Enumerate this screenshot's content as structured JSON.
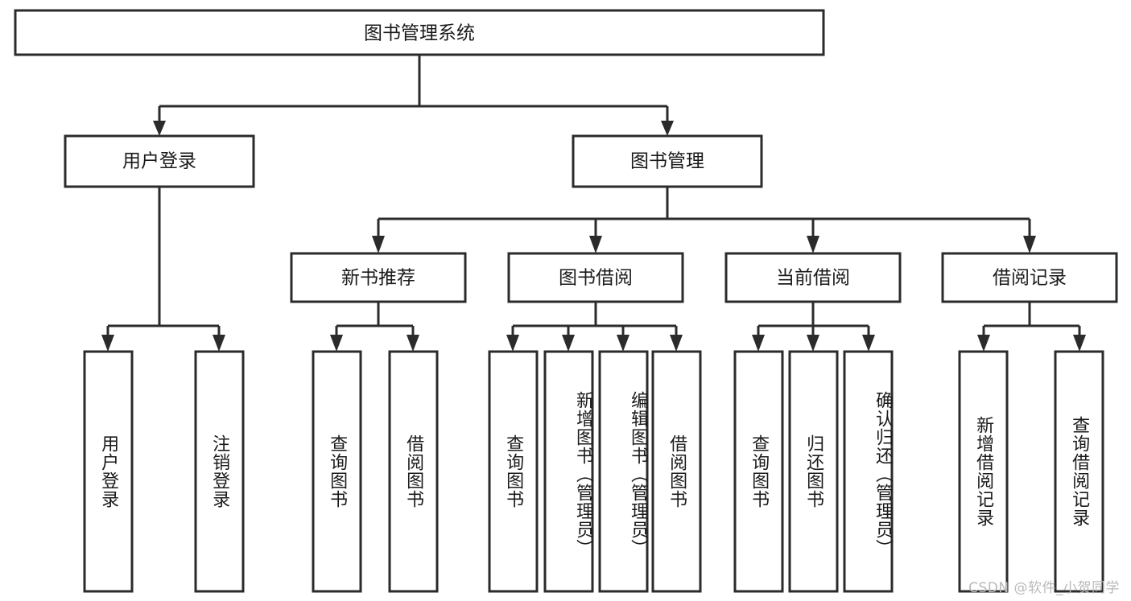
{
  "diagram": {
    "type": "tree",
    "title": "图书管理系统",
    "watermark": "CSDN @软件_小贺同学",
    "colors": {
      "box_stroke": "#2b2b2b",
      "box_fill": "#ffffff",
      "text": "#1a1a1a",
      "connector": "#2b2b2b",
      "watermark": "#b9b9b9",
      "background": "#ffffff"
    },
    "levels": {
      "root": "图书管理系统",
      "level2": [
        "用户登录",
        "图书管理"
      ],
      "level3": [
        "新书推荐",
        "图书借阅",
        "当前借阅",
        "借阅记录"
      ]
    },
    "nodes": {
      "root": {
        "label": "图书管理系统",
        "orientation": "horizontal"
      },
      "user_login": {
        "label": "用户登录",
        "orientation": "horizontal"
      },
      "book_manage": {
        "label": "图书管理",
        "orientation": "horizontal"
      },
      "new_book_rec": {
        "label": "新书推荐",
        "orientation": "horizontal"
      },
      "book_borrow": {
        "label": "图书借阅",
        "orientation": "horizontal"
      },
      "current_borrow": {
        "label": "当前借阅",
        "orientation": "horizontal"
      },
      "borrow_record": {
        "label": "借阅记录",
        "orientation": "horizontal"
      },
      "leaf_user_login": {
        "label": "用户登录",
        "orientation": "vertical"
      },
      "leaf_logout": {
        "label": "注销登录",
        "orientation": "vertical"
      },
      "leaf_query_book_1": {
        "label": "查询图书",
        "orientation": "vertical"
      },
      "leaf_borrow_book_1": {
        "label": "借阅图书",
        "orientation": "vertical"
      },
      "leaf_query_book_2": {
        "label": "查询图书",
        "orientation": "vertical"
      },
      "leaf_add_book": {
        "label": "新增图书（管理员）",
        "orientation": "vertical"
      },
      "leaf_edit_book": {
        "label": "编辑图书（管理员）",
        "orientation": "vertical"
      },
      "leaf_borrow_book_2": {
        "label": "借阅图书",
        "orientation": "vertical"
      },
      "leaf_query_book_3": {
        "label": "查询图书",
        "orientation": "vertical"
      },
      "leaf_return_book": {
        "label": "归还图书",
        "orientation": "vertical"
      },
      "leaf_confirm_return": {
        "label": "确认归还（管理员）",
        "orientation": "vertical"
      },
      "leaf_add_record": {
        "label": "新增借阅记录",
        "orientation": "vertical"
      },
      "leaf_query_record": {
        "label": "查询借阅记录",
        "orientation": "vertical"
      }
    },
    "edges": [
      {
        "from": "图书管理系统",
        "to": "用户登录"
      },
      {
        "from": "图书管理系统",
        "to": "图书管理"
      },
      {
        "from": "用户登录",
        "to": "用户登录"
      },
      {
        "from": "用户登录",
        "to": "注销登录"
      },
      {
        "from": "图书管理",
        "to": "新书推荐"
      },
      {
        "from": "图书管理",
        "to": "图书借阅"
      },
      {
        "from": "图书管理",
        "to": "当前借阅"
      },
      {
        "from": "图书管理",
        "to": "借阅记录"
      },
      {
        "from": "新书推荐",
        "to": "查询图书"
      },
      {
        "from": "新书推荐",
        "to": "借阅图书"
      },
      {
        "from": "图书借阅",
        "to": "查询图书"
      },
      {
        "from": "图书借阅",
        "to": "新增图书（管理员）"
      },
      {
        "from": "图书借阅",
        "to": "编辑图书（管理员）"
      },
      {
        "from": "图书借阅",
        "to": "借阅图书"
      },
      {
        "from": "当前借阅",
        "to": "查询图书"
      },
      {
        "from": "当前借阅",
        "to": "归还图书"
      },
      {
        "from": "当前借阅",
        "to": "确认归还（管理员）"
      },
      {
        "from": "借阅记录",
        "to": "新增借阅记录"
      },
      {
        "from": "借阅记录",
        "to": "查询借阅记录"
      }
    ]
  }
}
